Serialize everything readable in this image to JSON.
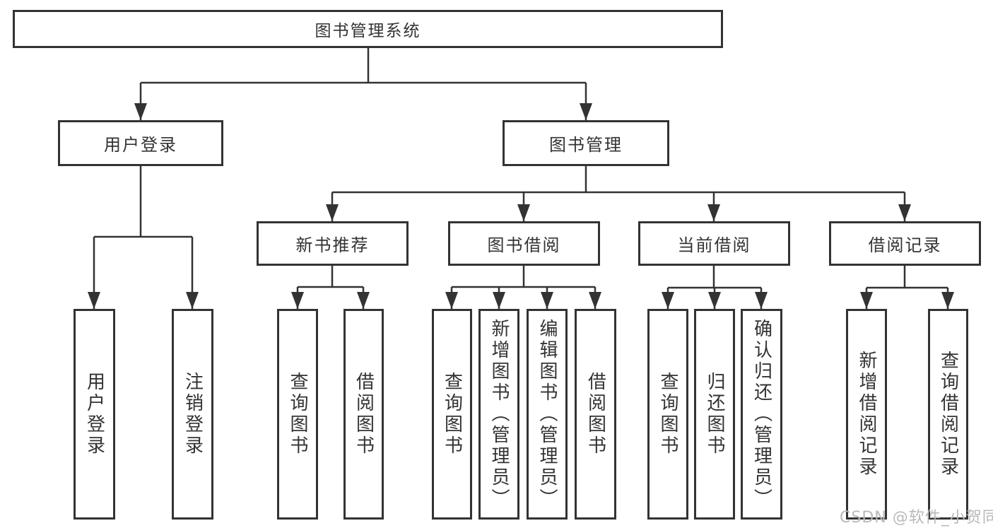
{
  "tree": {
    "label": "图书管理系统",
    "children": [
      {
        "label": "用户登录",
        "children": [
          {
            "label": "用户登录"
          },
          {
            "label": "注销登录"
          }
        ]
      },
      {
        "label": "图书管理",
        "children": [
          {
            "label": "新书推荐",
            "children": [
              {
                "label": "查询图书"
              },
              {
                "label": "借阅图书"
              }
            ]
          },
          {
            "label": "图书借阅",
            "children": [
              {
                "label": "查询图书"
              },
              {
                "label": "新增图书（管理员）"
              },
              {
                "label": "编辑图书（管理员）"
              },
              {
                "label": "借阅图书"
              }
            ]
          },
          {
            "label": "当前借阅",
            "children": [
              {
                "label": "查询图书"
              },
              {
                "label": "归还图书"
              },
              {
                "label": "确认归还（管理员）"
              }
            ]
          },
          {
            "label": "借阅记录",
            "children": [
              {
                "label": "新增借阅记录"
              },
              {
                "label": "查询借阅记录"
              }
            ]
          }
        ]
      }
    ]
  },
  "watermark": {
    "text": "CSDN @软件_小贺同学"
  },
  "colors": {
    "line": "#333333",
    "box_border": "#333333",
    "box_fill": "#ffffff",
    "text": "#333333",
    "watermark": "#b9b9b9",
    "background": "#ffffff"
  }
}
